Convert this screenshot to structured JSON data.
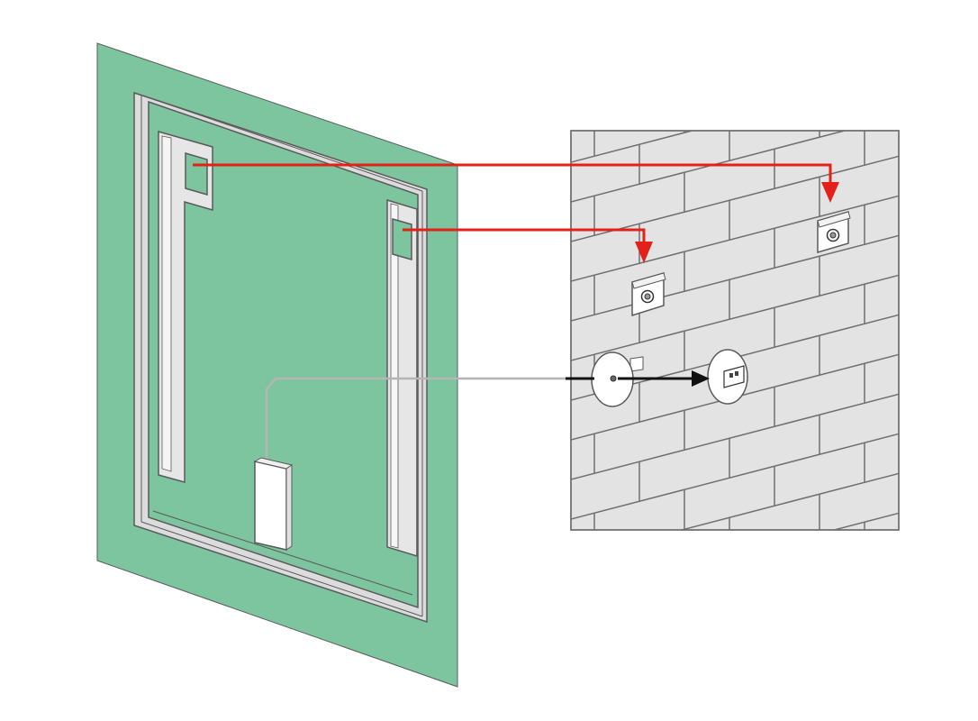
{
  "diagram": {
    "colors": {
      "background": "#ffffff",
      "mirror_panel": "#7cc59f",
      "mirror_frame": "#dcdcdc",
      "frame_outline": "#5a5a5a",
      "rail": "#e6e6e6",
      "wall": "#e3e3e3",
      "brick_line": "#6f6f6f",
      "arrow_red": "#e32119",
      "arrow_black": "#111111",
      "bracket": "#ffffff",
      "socket_plate": "#ffffff",
      "cable": "#b5b5b5"
    },
    "components": [
      "mirror-back-panel",
      "mirror-frame",
      "left-hanging-rail",
      "right-hanging-rail",
      "led-driver-box",
      "power-cable",
      "brick-wall",
      "wall-bracket-left",
      "wall-bracket-right",
      "cable-entry-plate",
      "junction-socket",
      "mounting-arrow-left",
      "mounting-arrow-right",
      "connection-arrow"
    ]
  }
}
